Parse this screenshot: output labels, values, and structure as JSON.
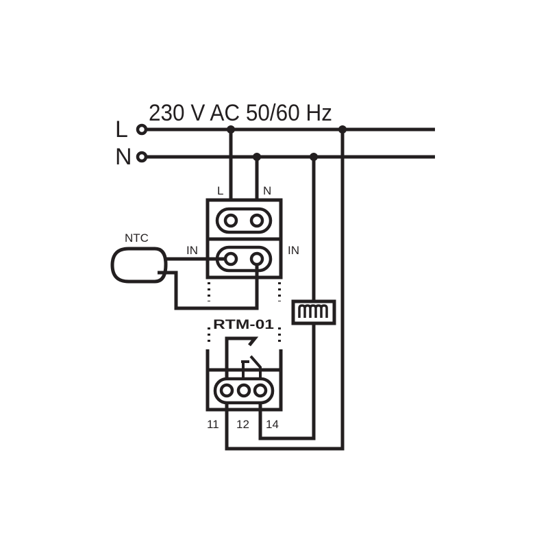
{
  "supply": {
    "voltage_label": "230 V AC 50/60 Hz",
    "line_label": "L",
    "neutral_label": "N"
  },
  "module": {
    "power_terminal_l": "L",
    "power_terminal_n": "N",
    "input_left": "IN",
    "input_right": "IN",
    "name": "RTM-01",
    "relay_terminals": [
      "11",
      "12",
      "14"
    ]
  },
  "sensor": {
    "label": "NTC"
  },
  "colors": {
    "ink": "#231f20",
    "background": "#ffffff"
  }
}
